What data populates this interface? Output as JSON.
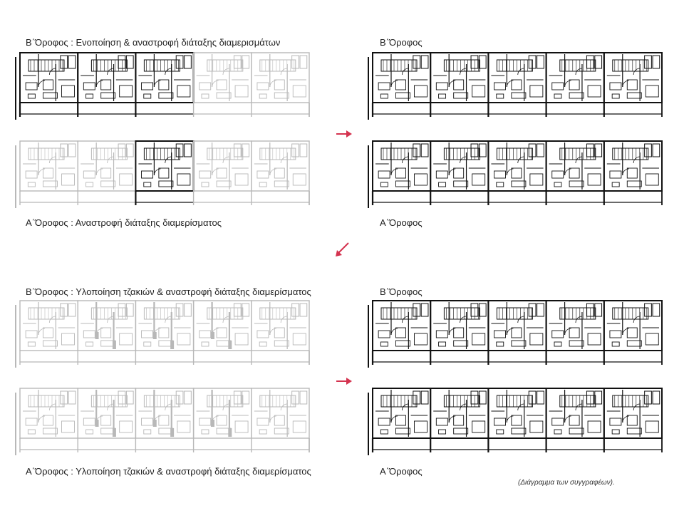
{
  "captions": {
    "top_left_title": "Β΄Όροφος : Ενοποίηση  & αναστροφή διάταξης διαμερισμάτων",
    "top_right_title": "Β΄Όροφος",
    "top_left_bottom": "Α΄Όροφος : Αναστροφή διάταξης διαμερίσματος",
    "top_right_bottom": "Α΄Όροφος",
    "bottom_left_title": "Β΄Όροφος : Υλοποίηση τζακιών & αναστροφή διάταξης διαμερίσματος",
    "bottom_right_title": "Β΄Όροφος",
    "bottom_left_bottom": "Α΄Όροφος : Υλοποίηση τζακιών & αναστροφή διάταξης διαμερίσματος",
    "bottom_right_bottom": "Α΄Όροφος"
  },
  "source_note": "(Διάγραμμα των συγγραφέων).",
  "colors": {
    "plan_active": "#111111",
    "plan_faded": "#b8b8b8",
    "arrow": "#d4334f"
  },
  "arrows": [
    "right-arrow",
    "down-left-arrow",
    "right-arrow"
  ]
}
